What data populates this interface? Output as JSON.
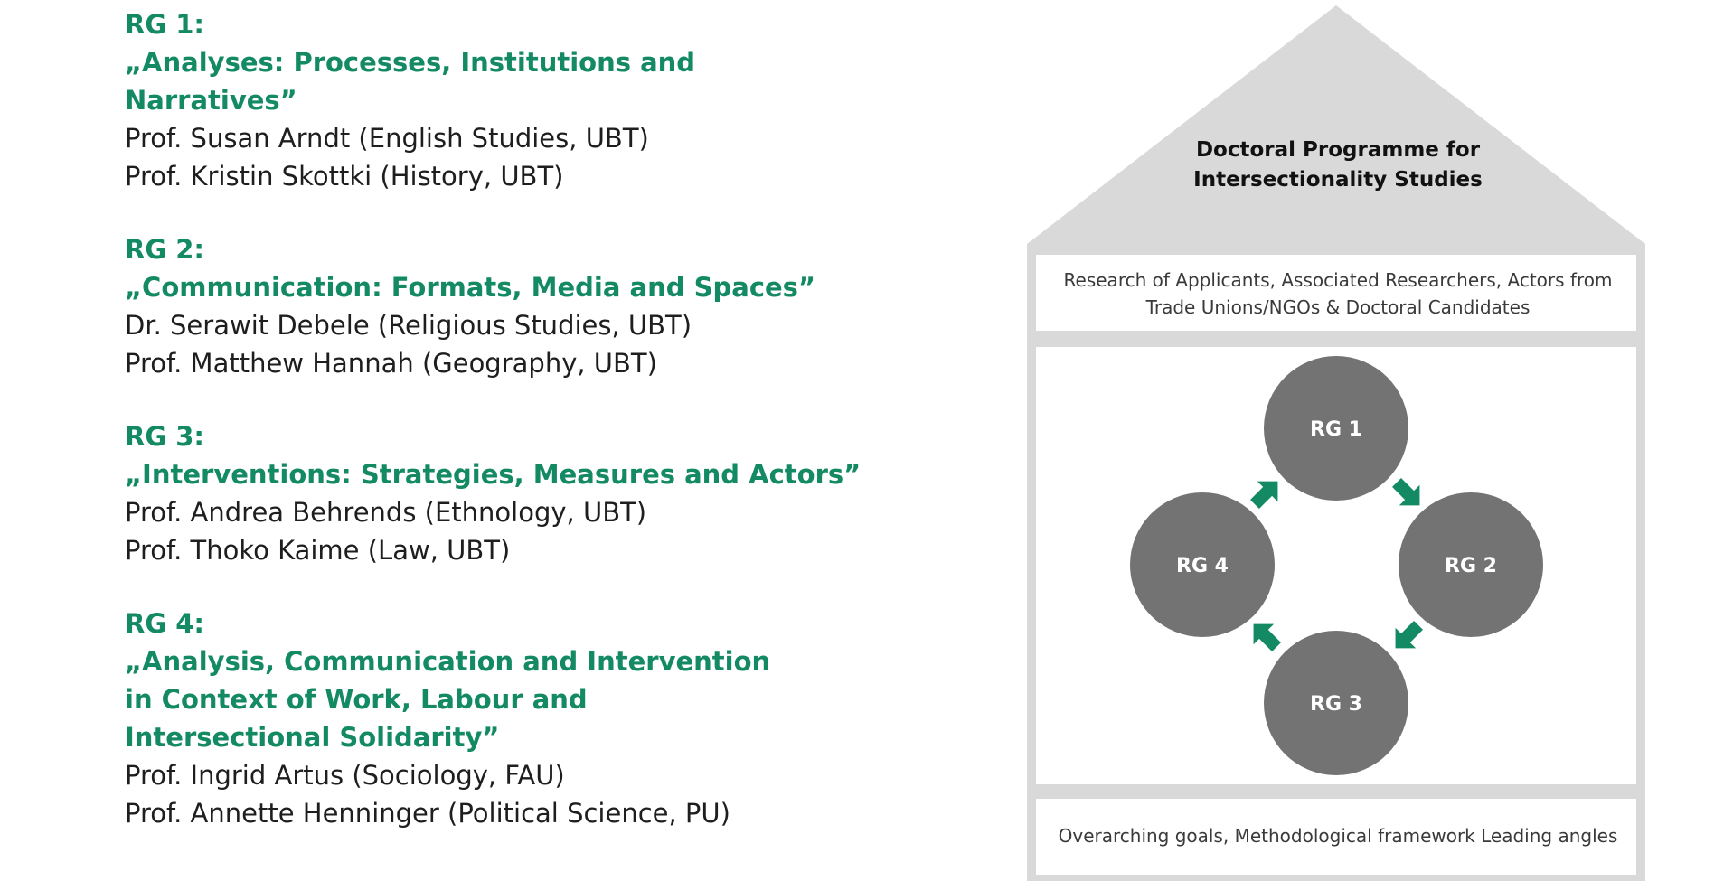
{
  "research_groups": [
    {
      "code": "RG 1:",
      "title": "„Analyses: Processes, Institutions and Narratives”",
      "members": [
        "Prof. Susan Arndt (English Studies, UBT)",
        "Prof. Kristin Skottki (History, UBT)"
      ]
    },
    {
      "code": "RG 2:",
      "title": "„Communication: Formats, Media and Spaces”",
      "members": [
        "Dr. Serawit Debele (Religious Studies, UBT)",
        "Prof. Matthew Hannah (Geography, UBT)"
      ]
    },
    {
      "code": "RG 3:",
      "title": "„Interventions: Strategies, Measures and Actors”",
      "members": [
        "Prof. Andrea Behrends (Ethnology, UBT)",
        "Prof. Thoko Kaime (Law, UBT)"
      ]
    },
    {
      "code": "RG 4:",
      "title": "„Analysis, Communication and Intervention in Context of Work, Labour and Intersectional Solidarity”",
      "members": [
        "Prof. Ingrid Artus (Sociology, FAU)",
        "Prof. Annette Henninger (Political Science, PU)"
      ]
    }
  ],
  "house": {
    "roof_title": "Doctoral Programme for Intersectionality Studies",
    "top_box": "Research of Applicants, Associated Researchers, Actors from Trade Unions/NGOs & Doctoral Candidates",
    "circles": [
      "RG 1",
      "RG 2",
      "RG 3",
      "RG 4"
    ],
    "bottom_box": "Overarching goals, Methodological framework Leading angles"
  },
  "colors": {
    "accent_green": "#138a63",
    "house_grey": "#d9d9d9",
    "circle_grey": "#737373",
    "text_dark": "#1e1e1e"
  }
}
